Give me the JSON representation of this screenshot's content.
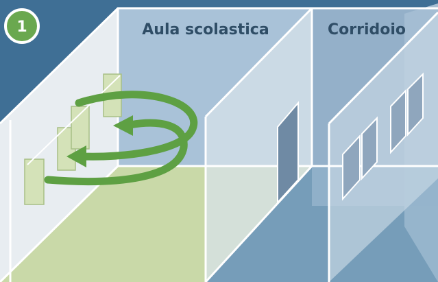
{
  "badge": {
    "number": "1"
  },
  "rooms": {
    "classroom": {
      "label": "Aula scolastica"
    },
    "corridor": {
      "label": "Corridoio"
    }
  },
  "colors": {
    "background": "#3f6f95",
    "wall_light": "#e8edf1",
    "back_wall": "#a9c2d8",
    "floor_green": "#c9d9a8",
    "arrow_green": "#5ea043",
    "badge_green": "#6aa84f",
    "window_panel": "#d4e2b8"
  },
  "icons": [
    "circular-airflow-arrows-icon",
    "window-icon",
    "door-icon"
  ]
}
